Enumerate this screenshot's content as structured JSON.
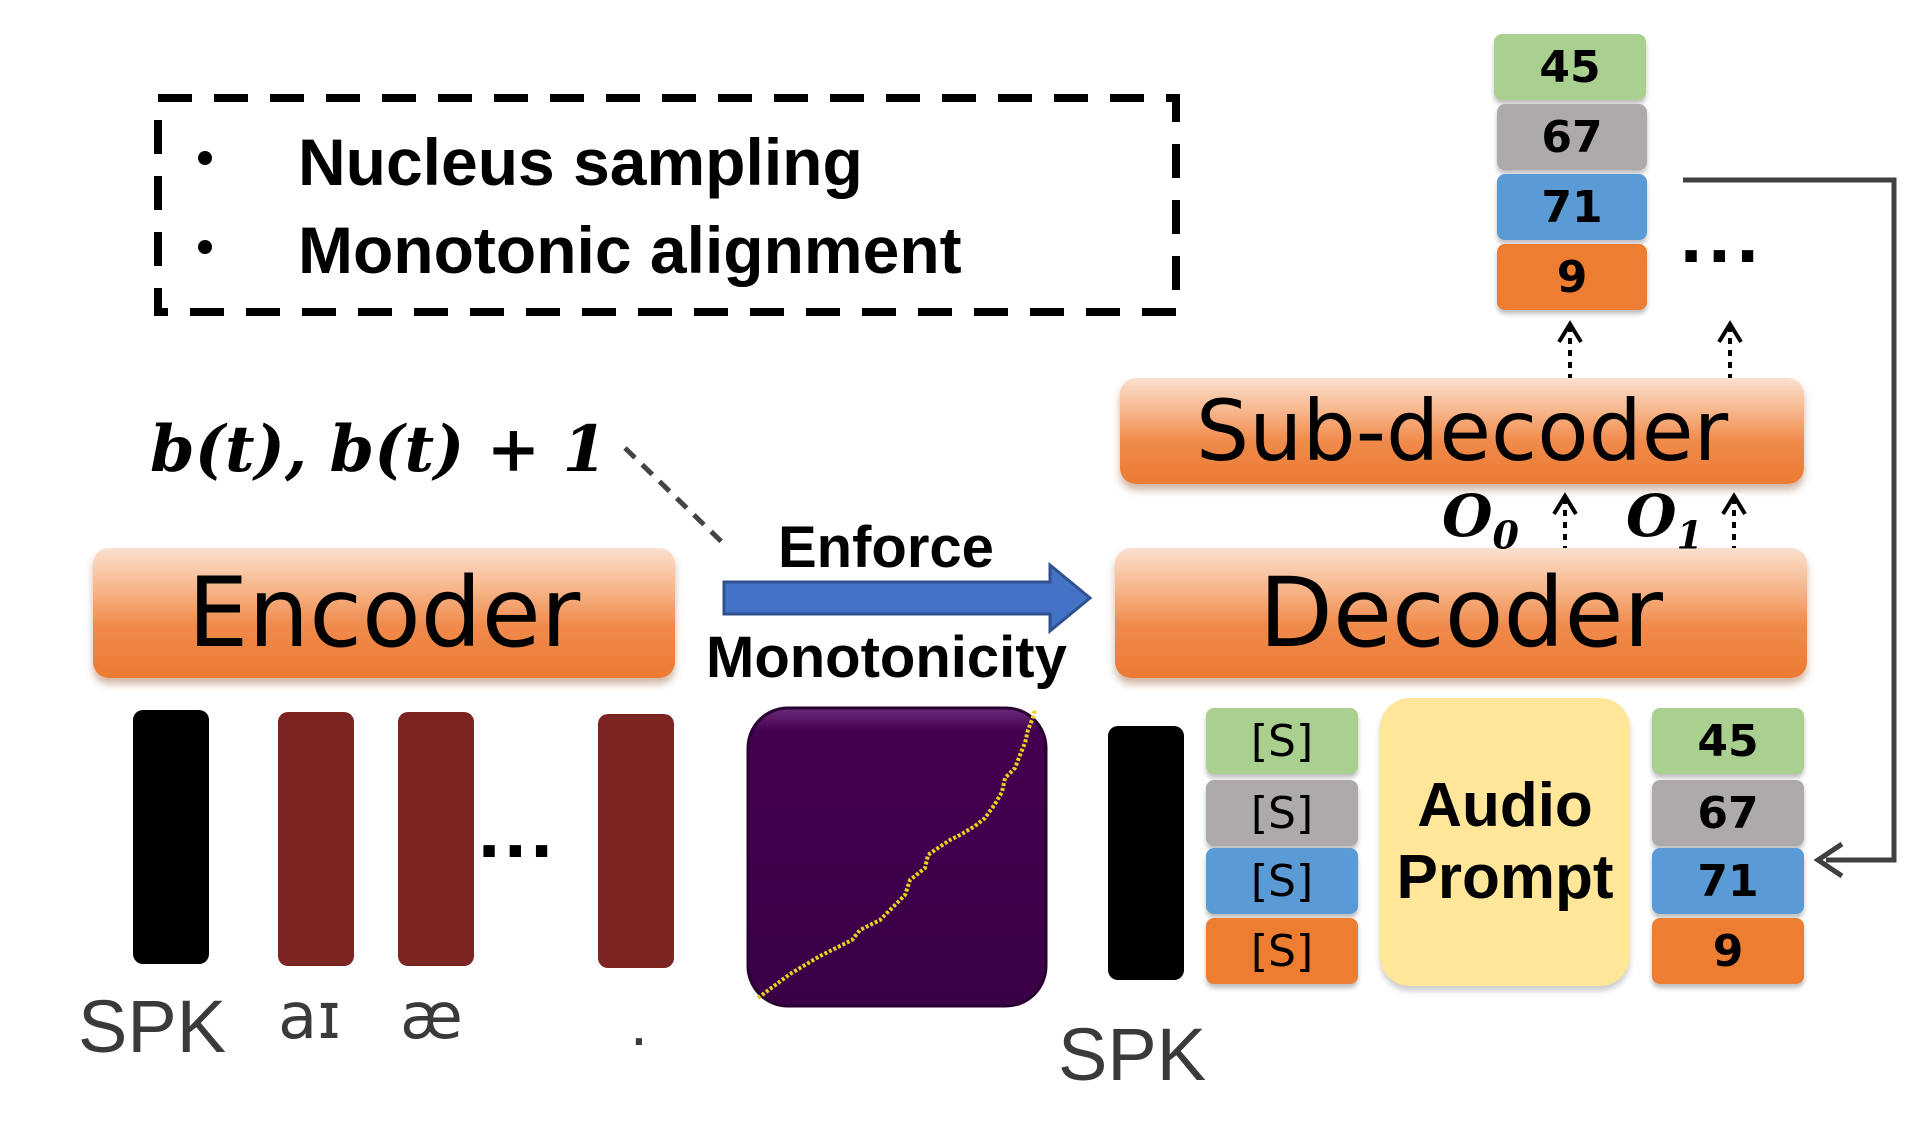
{
  "legend": {
    "items": [
      "Nucleus sampling",
      "Monotonic alignment"
    ]
  },
  "formula_text": "b(t), b(t) + 1",
  "blocks": {
    "encoder": "Encoder",
    "decoder": "Decoder",
    "sub_decoder": "Sub-decoder"
  },
  "arrow_label": {
    "line1": "Enforce",
    "line2": "Monotonicity"
  },
  "encoder_inputs": {
    "labels": [
      "SPK",
      "aɪ",
      "æ",
      "."
    ],
    "ellipsis": "..."
  },
  "decoder_inputs": {
    "spk_label": "SPK",
    "start_tokens": [
      "[S]",
      "[S]",
      "[S]",
      "[S]"
    ],
    "audio_prompt": [
      "Audio",
      "Prompt"
    ],
    "codes": [
      "45",
      "67",
      "71",
      "9"
    ]
  },
  "output_codes": [
    "45",
    "67",
    "71",
    "9"
  ],
  "output_ellipsis": "...",
  "sub_labels": {
    "o0": "O",
    "o0_sub": "0",
    "o1": "O",
    "o1_sub": "1"
  },
  "colors": {
    "code_green": "#a9d08e",
    "code_grey": "#aeaaaa",
    "code_blue": "#5b9bd5",
    "code_orange": "#ed7d31",
    "block_orange": "#ec7a34",
    "arrow_blue": "#4472c4",
    "phone_red": "#7b2421",
    "alignment_bg": "#3d004a",
    "alignment_line": "#e8d21d",
    "prompt_yellow": "#ffe699"
  }
}
